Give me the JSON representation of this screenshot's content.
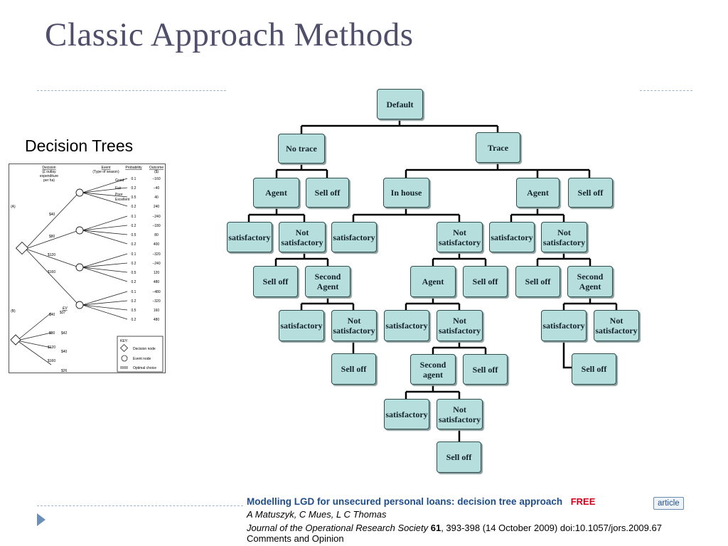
{
  "slide": {
    "title": "Classic Approach Methods",
    "subtitle": "Decision Trees"
  },
  "colors": {
    "node_fill": "#b6dedd",
    "node_border": "#2f4f4f",
    "title": "#4f4f6b",
    "accent": "#6c8fb8"
  },
  "small_tree": {
    "headers": [
      "Decision",
      "(£ outlay",
      "expenditure",
      "per ha)",
      "Event",
      "(Type of season)",
      "Probability",
      "Outcome",
      "($)"
    ],
    "section_labels": [
      "(A)",
      "(B)"
    ],
    "season_labels": [
      "Good",
      "Fair",
      "Poor",
      "Excellent"
    ],
    "probabilities": [
      "0.1",
      "0.2",
      "0.5",
      "0.2",
      "0.1",
      "0.2",
      "0.5",
      "0.2",
      "0.1",
      "0.2",
      "0.5",
      "0.2",
      "0.1",
      "0.2",
      "0.5",
      "0.2"
    ],
    "outcomes": [
      "−160",
      "−40",
      "40",
      "240",
      "−240",
      "−180",
      "80",
      "400",
      "−320",
      "−240",
      "120",
      "480",
      "−480",
      "−320",
      "160",
      "480"
    ],
    "decision_values_a": [
      "$40",
      "$80",
      "$120",
      "$160"
    ],
    "b_labels": [
      "EV",
      "$37",
      "$40",
      "$80",
      "$42",
      "$120",
      "$40",
      "$160",
      "$26"
    ],
    "key": {
      "title": "KEY:",
      "items": [
        "Decision node",
        "Event node",
        "Optimal choice"
      ]
    }
  },
  "main_tree": {
    "nodes": [
      {
        "id": "default",
        "label": "Default"
      },
      {
        "id": "no-trace",
        "label": "No trace"
      },
      {
        "id": "trace",
        "label": "Trace"
      },
      {
        "id": "agent-1",
        "label": "Agent"
      },
      {
        "id": "sell-off-1",
        "label": "Sell off"
      },
      {
        "id": "in-house",
        "label": "In house"
      },
      {
        "id": "agent-2",
        "label": "Agent"
      },
      {
        "id": "sell-off-2",
        "label": "Sell off"
      },
      {
        "id": "satisfactory-1",
        "label": "satisfactory"
      },
      {
        "id": "not-satisfactory-1",
        "label": "Not satisfactory"
      },
      {
        "id": "satisfactory-2",
        "label": "satisfactory"
      },
      {
        "id": "not-satisfactory-2",
        "label": "Not satisfactory"
      },
      {
        "id": "satisfactory-3",
        "label": "satisfactory"
      },
      {
        "id": "not-satisfactory-3",
        "label": "Not satisfactory"
      },
      {
        "id": "sell-off-3",
        "label": "Sell off"
      },
      {
        "id": "second-agent-1",
        "label": "Second Agent"
      },
      {
        "id": "agent-3",
        "label": "Agent"
      },
      {
        "id": "sell-off-4",
        "label": "Sell off"
      },
      {
        "id": "sell-off-5",
        "label": "Sell off"
      },
      {
        "id": "second-agent-2",
        "label": "Second Agent"
      },
      {
        "id": "satisfactory-4",
        "label": "satisfactory"
      },
      {
        "id": "not-satisfactory-4",
        "label": "Not satisfactory"
      },
      {
        "id": "satisfactory-5",
        "label": "satisfactory"
      },
      {
        "id": "not-satisfactory-5",
        "label": "Not satisfactory"
      },
      {
        "id": "satisfactory-6",
        "label": "satisfactory"
      },
      {
        "id": "not-satisfactory-6",
        "label": "Not satisfactory"
      },
      {
        "id": "sell-off-6",
        "label": "Sell off"
      },
      {
        "id": "second-agent-3",
        "label": "Second agent"
      },
      {
        "id": "sell-off-7",
        "label": "Sell off"
      },
      {
        "id": "sell-off-8",
        "label": "Sell off"
      },
      {
        "id": "satisfactory-7",
        "label": "satisfactory"
      },
      {
        "id": "not-satisfactory-7",
        "label": "Not satisfactory"
      },
      {
        "id": "sell-off-9",
        "label": "Sell off"
      }
    ]
  },
  "reference": {
    "title": "Modelling LGD for unsecured personal loans: decision tree approach",
    "free": "FREE",
    "badge": "article",
    "authors": "A Matuszyk, C Mues, L C Thomas",
    "journal": "Journal of the Operational Research Society",
    "volume": "61",
    "details": ", 393-398 (14 October 2009) doi:10.1057/jors.2009.67",
    "section": "Comments and Opinion"
  }
}
